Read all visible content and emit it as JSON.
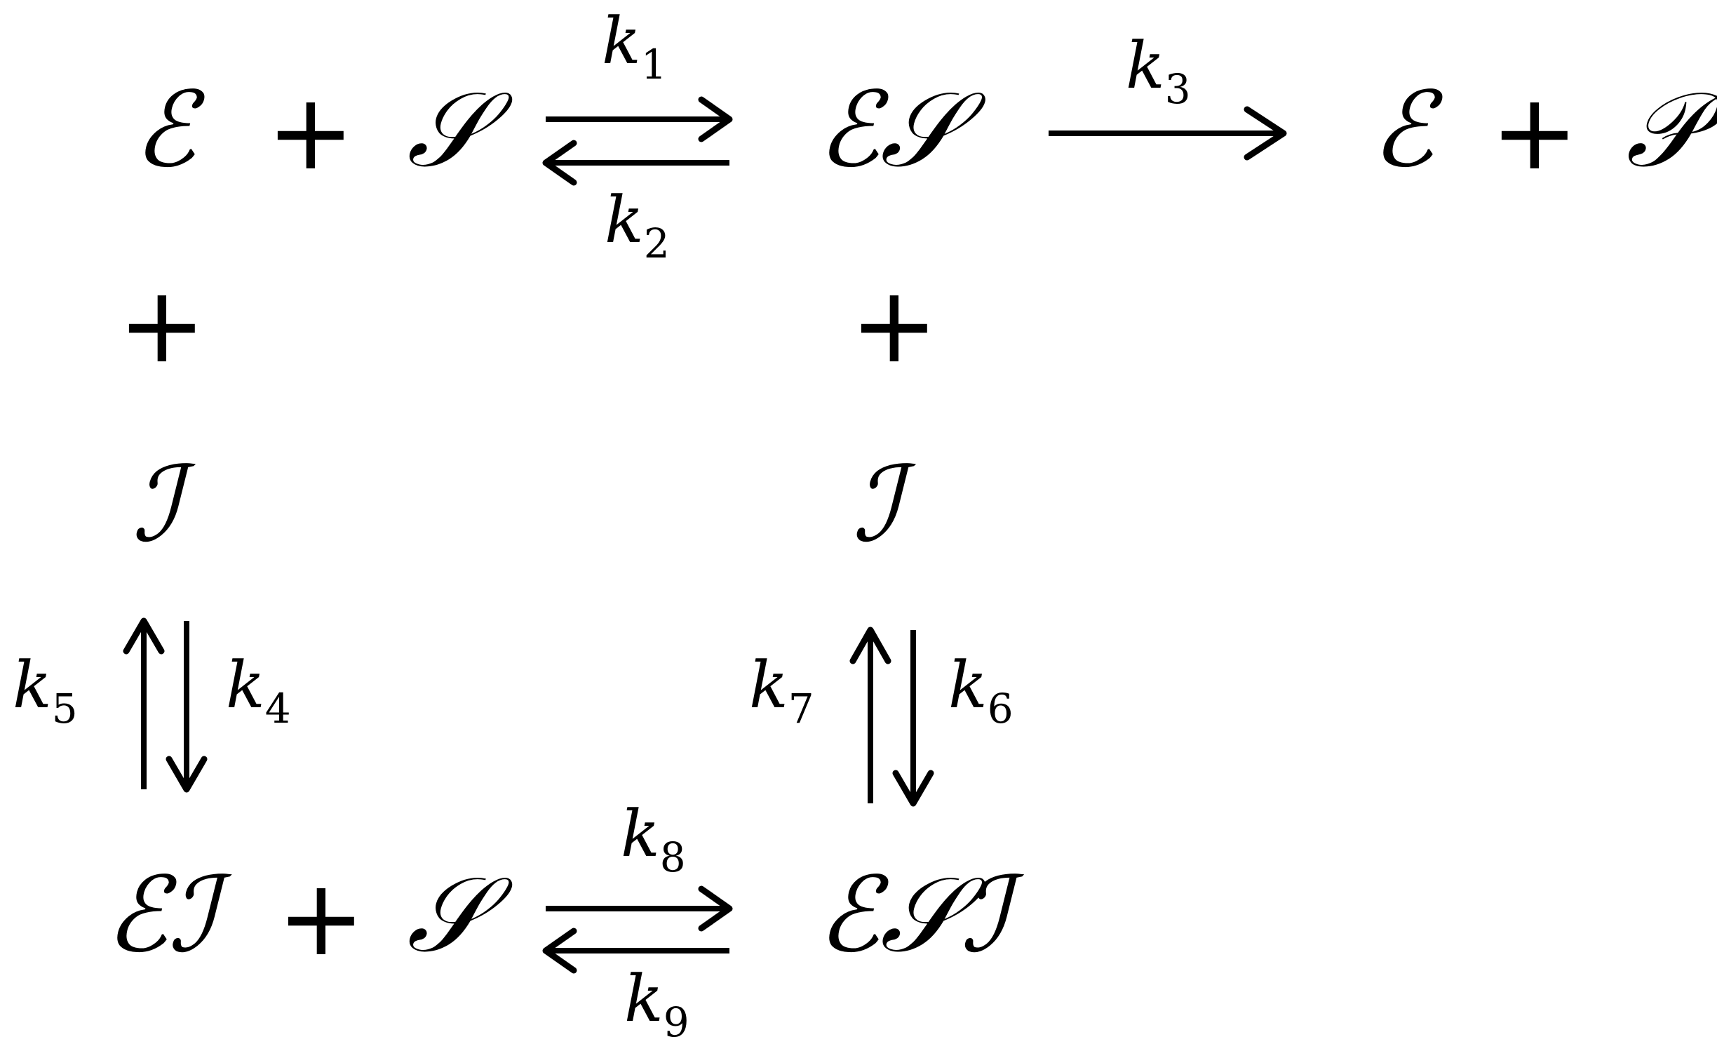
{
  "species": {
    "e1": "ℰ",
    "s1": "𝒮",
    "es": "ℰ𝒮",
    "e2": "ℰ",
    "p": "𝒫",
    "i1": "ℐ",
    "i2": "ℐ",
    "ei": "ℰℐ",
    "s2": "𝒮",
    "esi": "ℰ𝒮ℐ"
  },
  "operators": {
    "plus": "+"
  },
  "rates": {
    "letter": "k",
    "k1": "1",
    "k2": "2",
    "k3": "3",
    "k4": "4",
    "k5": "5",
    "k6": "6",
    "k7": "7",
    "k8": "8",
    "k9": "9"
  },
  "colors": {
    "ink": "#000000",
    "background": "#ffffff"
  }
}
